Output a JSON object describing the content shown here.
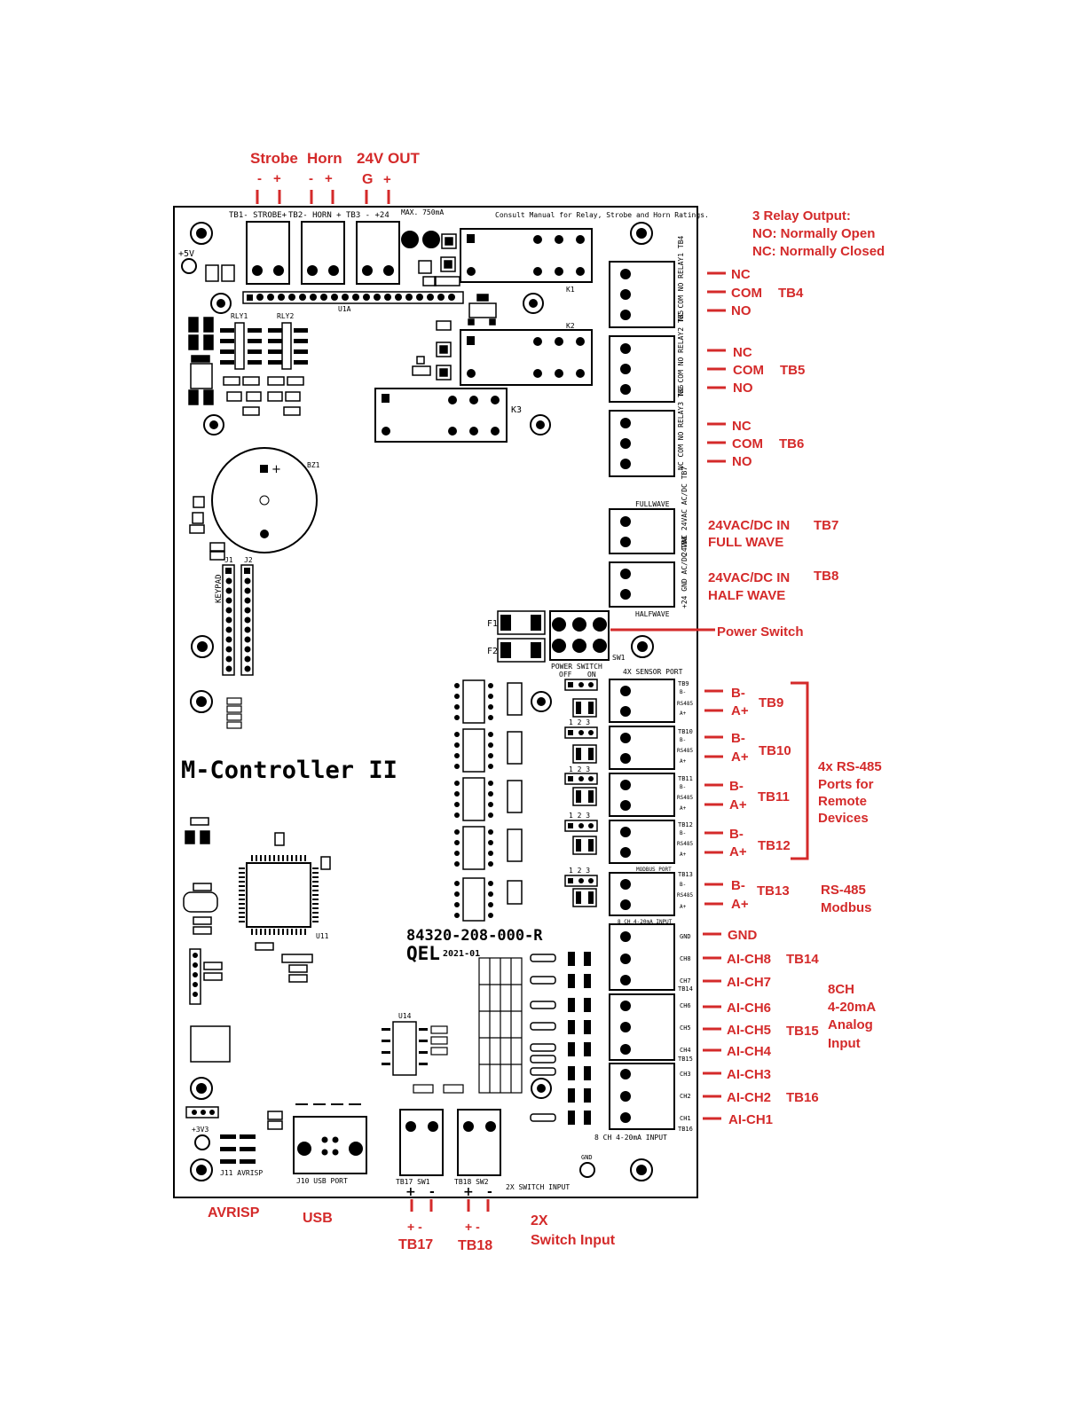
{
  "colors": {
    "board_line": "#000000",
    "annotation": "#d42a2a",
    "background": "#ffffff"
  },
  "top_labels": {
    "strobe": "Strobe",
    "horn": "Horn",
    "out24": "24V OUT",
    "minus": "-",
    "plus": "+",
    "g": "G"
  },
  "board": {
    "title": "M-Controller II",
    "part_number": "84320-208-000-R",
    "brand": "QEL",
    "year": "2021-01",
    "consult": "Consult Manual for Relay, Strobe and Horn Ratings.",
    "max": "MAX. 750mA",
    "tb1": "TB1- STROBE+",
    "tb2": "TB2- HORN +",
    "tb3": "TB3 -   +24",
    "p5v": "+5V",
    "p3v3": "+3V3",
    "u1a": "U1A",
    "k1": "K1",
    "k2": "K2",
    "k3": "K3",
    "rly1": "RLY1",
    "rly2": "RLY2",
    "bz1": "BZ1",
    "keypad": "KEYPAD",
    "j1": "J1",
    "j2": "J2",
    "fullwave": "FULLWAVE",
    "halfwave": "HALFWAVE",
    "power_switch": "POWER SWITCH",
    "off": "OFF",
    "on": "ON",
    "sw1": "SW1",
    "sensor_port": "4X SENSOR PORT",
    "modbus_port": "MODBUS PORT",
    "ch420_top": "8 CH 4-20mA INPUT",
    "ch420_bottom": "8 CH 4-20mA INPUT",
    "switch_input": "2X SWITCH INPUT",
    "usb_port": "J10  USB PORT",
    "avrisp": "J11 AVRISP",
    "gnd": "GND",
    "tb17": "TB17 SW1",
    "tb18": "TB18 SW2",
    "u14": "U14",
    "u11": "U11",
    "f1": "F1",
    "f2": "F2",
    "relay_side_1": "NC  COM  NO  RELAY1  TB4",
    "relay_side_2": "NC  COM  NO  RELAY2  TB5",
    "relay_side_3": "NC  COM  NO  RELAY3  TB6",
    "tb7_side": "24VAC 24VAC AC/DC  TB7",
    "tb8_side": "+24  GND  AC/DC  TB8",
    "rs485": "RS485",
    "b_minus": "B-",
    "a_plus": "A+",
    "jumper_123": "1 2 3",
    "tb9": "TB9",
    "tb10": "TB10",
    "tb11": "TB11",
    "tb12": "TB12",
    "tb13": "TB13",
    "ch_labels": [
      "GND",
      "CH8",
      "CH7",
      "TB14",
      "CH6",
      "CH5",
      "CH4",
      "TB15",
      "CH3",
      "CH2",
      "CH1",
      "TB16"
    ]
  },
  "annotations": {
    "relay_output": [
      "3 Relay Output:",
      "NO: Normally Open",
      "NC: Normally Closed"
    ],
    "relays": [
      {
        "nc": "NC",
        "com": "COM",
        "no": "NO",
        "tb": "TB4"
      },
      {
        "nc": "NC",
        "com": "COM",
        "no": "NO",
        "tb": "TB5"
      },
      {
        "nc": "NC",
        "com": "COM",
        "no": "NO",
        "tb": "TB6"
      }
    ],
    "tb7": {
      "line1": "24VAC/DC IN",
      "line2": "FULL WAVE",
      "tb": "TB7"
    },
    "tb8": {
      "line1": "24VAC/DC IN",
      "line2": "HALF WAVE",
      "tb": "TB8"
    },
    "power_switch": "Power Switch",
    "rs485_ports": [
      {
        "b": "B-",
        "a": "A+",
        "tb": "TB9"
      },
      {
        "b": "B-",
        "a": "A+",
        "tb": "TB10"
      },
      {
        "b": "B-",
        "a": "A+",
        "tb": "TB11"
      },
      {
        "b": "B-",
        "a": "A+",
        "tb": "TB12"
      },
      {
        "b": "B-",
        "a": "A+",
        "tb": "TB13"
      }
    ],
    "rs485_group": [
      "4x RS-485",
      "Ports for",
      "Remote",
      "Devices"
    ],
    "modbus": [
      "RS-485",
      "Modbus"
    ],
    "analog_gnd": "GND",
    "analog": [
      "AI-CH8",
      "AI-CH7",
      "AI-CH6",
      "AI-CH5",
      "AI-CH4",
      "AI-CH3",
      "AI-CH2",
      "AI-CH1"
    ],
    "analog_tbs": [
      "TB14",
      "TB15",
      "TB16"
    ],
    "analog_group": [
      "8CH",
      "4-20mA",
      "Analog",
      "Input"
    ],
    "avrisp": "AVRISP",
    "usb": "USB",
    "tb17": "TB17",
    "tb18": "TB18",
    "pm": "+ -",
    "switch_input": [
      "2X",
      "Switch Input"
    ]
  }
}
